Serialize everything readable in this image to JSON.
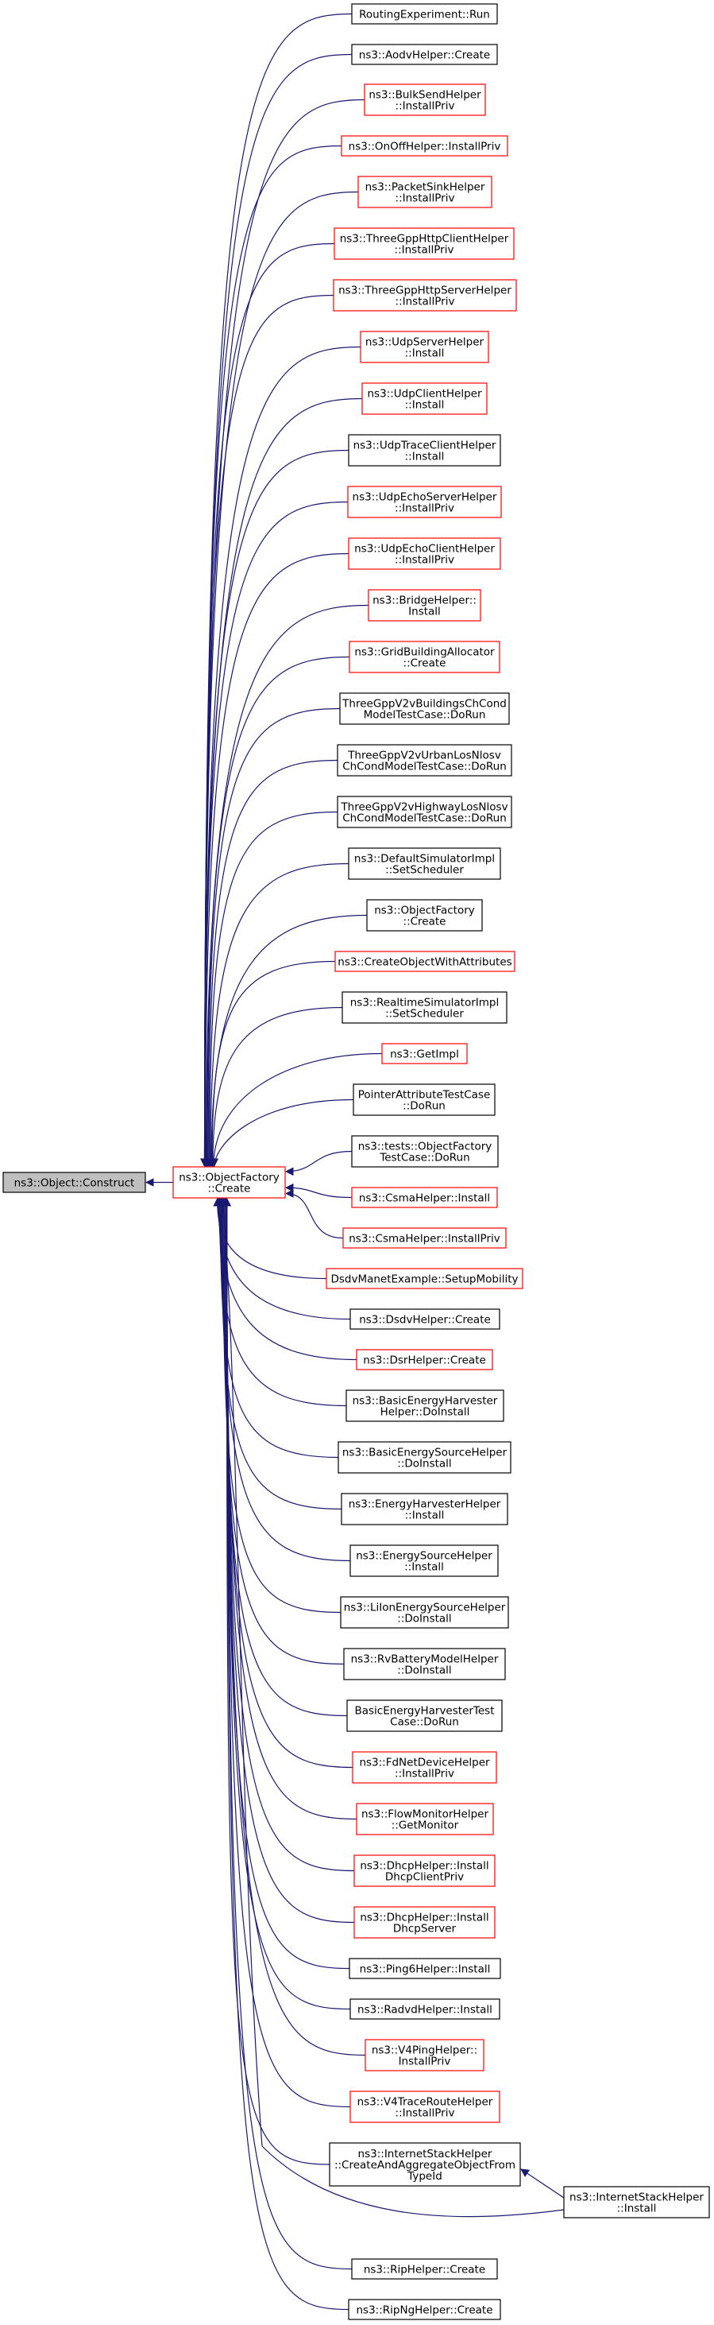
{
  "colors": {
    "edge": "#191970",
    "border_normal": "#000000",
    "border_truncated": "#ff0000",
    "fill_root": "#bfbfbf",
    "fill_node": "#ffffff"
  },
  "root": {
    "id": "root",
    "lines": [
      "ns3::Object::Construct"
    ]
  },
  "hub": {
    "id": "hub",
    "lines": [
      "ns3::ObjectFactory",
      "::Create"
    ],
    "truncated": true
  },
  "callers": [
    {
      "id": "c0",
      "lines": [
        "RoutingExperiment::Run"
      ],
      "truncated": false
    },
    {
      "id": "c1",
      "lines": [
        "ns3::AodvHelper::Create"
      ],
      "truncated": false
    },
    {
      "id": "c2",
      "lines": [
        "ns3::BulkSendHelper",
        "::InstallPriv"
      ],
      "truncated": true
    },
    {
      "id": "c3",
      "lines": [
        "ns3::OnOffHelper::InstallPriv"
      ],
      "truncated": true
    },
    {
      "id": "c4",
      "lines": [
        "ns3::PacketSinkHelper",
        "::InstallPriv"
      ],
      "truncated": true
    },
    {
      "id": "c5",
      "lines": [
        "ns3::ThreeGppHttpClientHelper",
        "::InstallPriv"
      ],
      "truncated": true
    },
    {
      "id": "c6",
      "lines": [
        "ns3::ThreeGppHttpServerHelper",
        "::InstallPriv"
      ],
      "truncated": true
    },
    {
      "id": "c7",
      "lines": [
        "ns3::UdpServerHelper",
        "::Install"
      ],
      "truncated": true
    },
    {
      "id": "c8",
      "lines": [
        "ns3::UdpClientHelper",
        "::Install"
      ],
      "truncated": true
    },
    {
      "id": "c9",
      "lines": [
        "ns3::UdpTraceClientHelper",
        "::Install"
      ],
      "truncated": false
    },
    {
      "id": "c10",
      "lines": [
        "ns3::UdpEchoServerHelper",
        "::InstallPriv"
      ],
      "truncated": true
    },
    {
      "id": "c11",
      "lines": [
        "ns3::UdpEchoClientHelper",
        "::InstallPriv"
      ],
      "truncated": true
    },
    {
      "id": "c12",
      "lines": [
        "ns3::BridgeHelper::",
        "Install"
      ],
      "truncated": true
    },
    {
      "id": "c13",
      "lines": [
        "ns3::GridBuildingAllocator",
        "::Create"
      ],
      "truncated": true
    },
    {
      "id": "c14",
      "lines": [
        "ThreeGppV2vBuildingsChCond",
        "ModelTestCase::DoRun"
      ],
      "truncated": false
    },
    {
      "id": "c15",
      "lines": [
        "ThreeGppV2vUrbanLosNlosv",
        "ChCondModelTestCase::DoRun"
      ],
      "truncated": false
    },
    {
      "id": "c16",
      "lines": [
        "ThreeGppV2vHighwayLosNlosv",
        "ChCondModelTestCase::DoRun"
      ],
      "truncated": false
    },
    {
      "id": "c17",
      "lines": [
        "ns3::DefaultSimulatorImpl",
        "::SetScheduler"
      ],
      "truncated": false
    },
    {
      "id": "c18",
      "lines": [
        "ns3::ObjectFactory",
        "::Create"
      ],
      "truncated": false
    },
    {
      "id": "c19",
      "lines": [
        "ns3::CreateObjectWithAttributes"
      ],
      "truncated": true
    },
    {
      "id": "c20",
      "lines": [
        "ns3::RealtimeSimulatorImpl",
        "::SetScheduler"
      ],
      "truncated": false
    },
    {
      "id": "c21",
      "lines": [
        "ns3::GetImpl"
      ],
      "truncated": true
    },
    {
      "id": "c22",
      "lines": [
        "PointerAttributeTestCase",
        "::DoRun"
      ],
      "truncated": false
    },
    {
      "id": "c23",
      "lines": [
        "ns3::tests::ObjectFactory",
        "TestCase::DoRun"
      ],
      "truncated": false
    },
    {
      "id": "c24",
      "lines": [
        "ns3::CsmaHelper::Install"
      ],
      "truncated": true
    },
    {
      "id": "c25",
      "lines": [
        "ns3::CsmaHelper::InstallPriv"
      ],
      "truncated": true
    },
    {
      "id": "c26",
      "lines": [
        "DsdvManetExample::SetupMobility"
      ],
      "truncated": true
    },
    {
      "id": "c27",
      "lines": [
        "ns3::DsdvHelper::Create"
      ],
      "truncated": false
    },
    {
      "id": "c28",
      "lines": [
        "ns3::DsrHelper::Create"
      ],
      "truncated": true
    },
    {
      "id": "c29",
      "lines": [
        "ns3::BasicEnergyHarvester",
        "Helper::DoInstall"
      ],
      "truncated": false
    },
    {
      "id": "c30",
      "lines": [
        "ns3::BasicEnergySourceHelper",
        "::DoInstall"
      ],
      "truncated": false
    },
    {
      "id": "c31",
      "lines": [
        "ns3::EnergyHarvesterHelper",
        "::Install"
      ],
      "truncated": false
    },
    {
      "id": "c32",
      "lines": [
        "ns3::EnergySourceHelper",
        "::Install"
      ],
      "truncated": false
    },
    {
      "id": "c33",
      "lines": [
        "ns3::LiIonEnergySourceHelper",
        "::DoInstall"
      ],
      "truncated": false
    },
    {
      "id": "c34",
      "lines": [
        "ns3::RvBatteryModelHelper",
        "::DoInstall"
      ],
      "truncated": false
    },
    {
      "id": "c35",
      "lines": [
        "BasicEnergyHarvesterTest",
        "Case::DoRun"
      ],
      "truncated": false
    },
    {
      "id": "c36",
      "lines": [
        "ns3::FdNetDeviceHelper",
        "::InstallPriv"
      ],
      "truncated": true
    },
    {
      "id": "c37",
      "lines": [
        "ns3::FlowMonitorHelper",
        "::GetMonitor"
      ],
      "truncated": true
    },
    {
      "id": "c38",
      "lines": [
        "ns3::DhcpHelper::Install",
        "DhcpClientPriv"
      ],
      "truncated": true
    },
    {
      "id": "c39",
      "lines": [
        "ns3::DhcpHelper::Install",
        "DhcpServer"
      ],
      "truncated": true
    },
    {
      "id": "c40",
      "lines": [
        "ns3::Ping6Helper::Install"
      ],
      "truncated": false
    },
    {
      "id": "c41",
      "lines": [
        "ns3::RadvdHelper::Install"
      ],
      "truncated": false
    },
    {
      "id": "c42",
      "lines": [
        "ns3::V4PingHelper::",
        "InstallPriv"
      ],
      "truncated": true
    },
    {
      "id": "c43",
      "lines": [
        "ns3::V4TraceRouteHelper",
        "::InstallPriv"
      ],
      "truncated": true
    },
    {
      "id": "c44",
      "lines": [
        "ns3::InternetStackHelper",
        "::CreateAndAggregateObjectFrom",
        "TypeId"
      ],
      "truncated": false
    },
    {
      "id": "c45",
      "lines": [
        "ns3::RipHelper::Create"
      ],
      "truncated": false
    },
    {
      "id": "c46",
      "lines": [
        "ns3::RipNgHelper::Create"
      ],
      "truncated": false
    }
  ],
  "extra": {
    "id": "istack",
    "lines": [
      "ns3::InternetStackHelper",
      "::Install"
    ],
    "truncated": false
  }
}
